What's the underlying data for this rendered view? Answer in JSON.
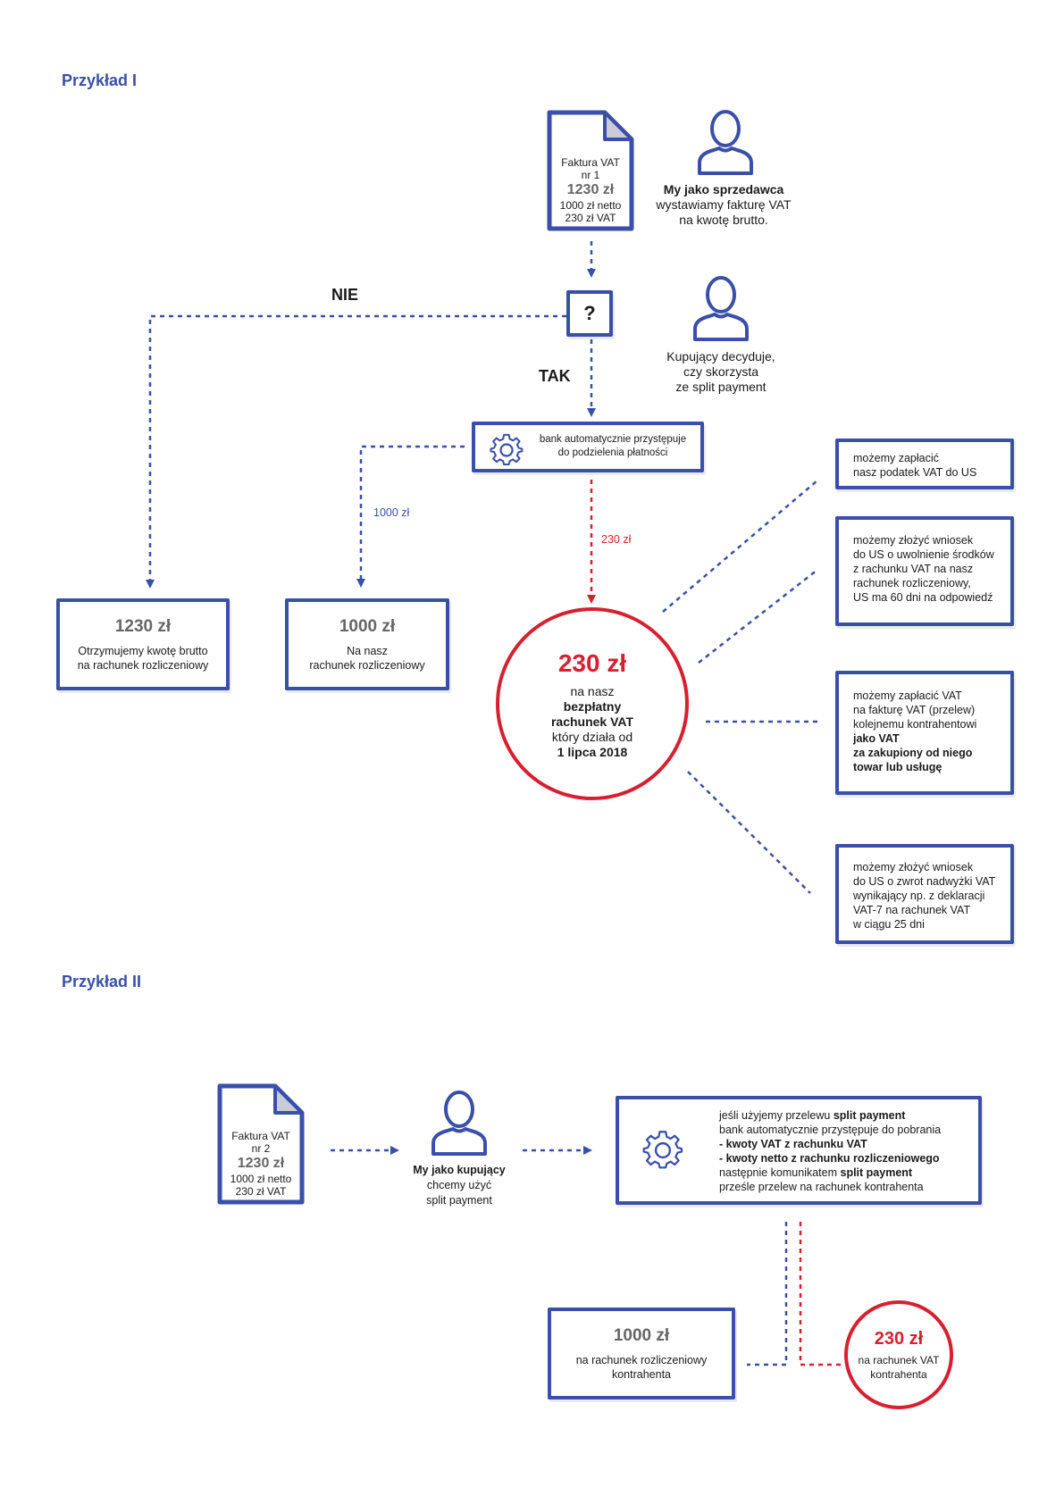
{
  "example1": {
    "heading": "Przykład I",
    "invoice": {
      "title": "Faktura VAT",
      "number": "nr 1",
      "amount": "1230 zł",
      "net": "1000 zł netto",
      "vat": "230 zł VAT"
    },
    "seller": {
      "line1": "My jako sprzedawca",
      "line2": "wystawiamy fakturę VAT",
      "line3": "na kwotę brutto."
    },
    "decision": {
      "symbol": "?",
      "no": "NIE",
      "yes": "TAK"
    },
    "buyer": {
      "line1": "Kupujący decyduje,",
      "line2": "czy skorzysta",
      "line3": "ze split payment"
    },
    "bank": {
      "line1": "bank automatycznie przystępuje",
      "line2": "do podzielenia płatności"
    },
    "flow_net_label": "1000 zł",
    "flow_vat_label": "230 zł",
    "box_gross": {
      "amount": "1230 zł",
      "line1": "Otrzymujemy kwotę brutto",
      "line2": "na rachunek rozliczeniowy"
    },
    "box_net": {
      "amount": "1000 zł",
      "line1": "Na nasz",
      "line2": "rachunek rozliczeniowy"
    },
    "vat_circle": {
      "amount": "230 zł",
      "line1": "na nasz",
      "line2": "bezpłatny",
      "line3": "rachunek VAT",
      "line4": "który działa od",
      "line5": "1 lipca 2018"
    },
    "options": [
      {
        "lines": [
          "możemy zapłacić",
          "nasz podatek VAT do US"
        ]
      },
      {
        "lines": [
          "możemy złożyć wniosek",
          "do US o uwolnienie środków",
          "z rachunku VAT na nasz",
          "rachunek rozliczeniowy,",
          "US ma 60 dni na odpowiedź"
        ]
      },
      {
        "lines": [
          "możemy zapłacić VAT",
          "na fakturę VAT (przelew)",
          "kolejnemu kontrahentowi"
        ],
        "bold_lines": [
          "jako VAT",
          "za zakupiony od niego",
          "towar lub usługę"
        ]
      },
      {
        "lines": [
          "możemy złożyć wniosek",
          "do US o zwrot nadwyżki VAT",
          "wynikający np. z deklaracji",
          "VAT-7 na rachunek VAT",
          "w ciągu 25 dni"
        ]
      }
    ]
  },
  "example2": {
    "heading": "Przykład II",
    "invoice": {
      "title": "Faktura VAT",
      "number": "nr 2",
      "amount": "1230 zł",
      "net": "1000 zł netto",
      "vat": "230 zł VAT"
    },
    "buyer": {
      "line1": "My jako kupujący",
      "line2": "chcemy użyć",
      "line3": "split payment"
    },
    "bank": {
      "l1_pre": "jeśli użyjemy przelewu ",
      "l1_bold": "split payment",
      "l2": "bank automatycznie przystępuje do pobrania",
      "l3": "- kwoty VAT z rachunku VAT",
      "l4": "- kwoty netto z rachunku rozliczeniowego",
      "l5_pre": "następnie komunikatem ",
      "l5_bold": "split payment",
      "l6": "prześle przelew na rachunek kontrahenta"
    },
    "box_net": {
      "amount": "1000 zł",
      "line1": "na rachunek rozliczeniowy",
      "line2": "kontrahenta"
    },
    "vat_circle": {
      "amount": "230 zł",
      "line1": "na rachunek VAT",
      "line2": "kontrahenta"
    }
  },
  "colors": {
    "blue": "#3a4fa8",
    "red": "#d7202f",
    "gray": "#666666"
  }
}
